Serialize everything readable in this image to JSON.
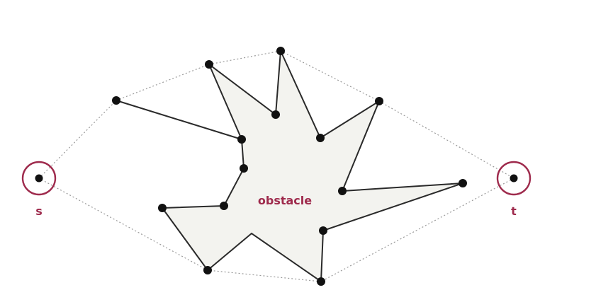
{
  "diagram": {
    "obstacle_label": "obstacle",
    "source_label": "s",
    "target_label": "t",
    "accent_color": "#9e2a4c",
    "obstacle_fill": "#f3f3ef"
  }
}
